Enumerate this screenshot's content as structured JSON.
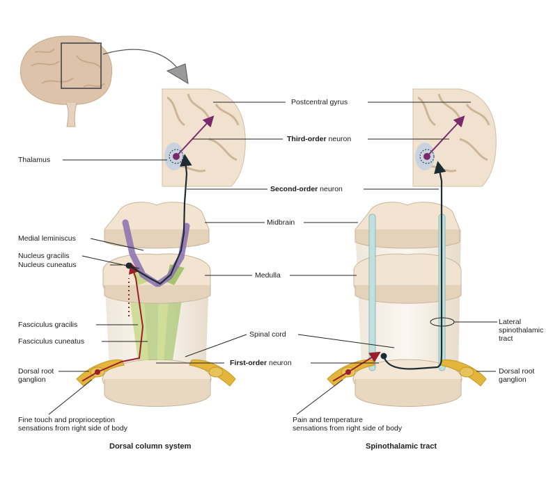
{
  "labels": {
    "postcentral_gyrus": "Postcentral gyrus",
    "third_order_bold": "Third-order",
    "third_order_rest": " neuron",
    "thalamus": "Thalamus",
    "second_order_bold": "Second-order",
    "second_order_rest": " neuron",
    "midbrain": "Midbrain",
    "medial_lemniscus": "Medial leminiscus",
    "nucleus_gracilis": "Nucleus gracilis",
    "nucleus_cuneatus": "Nucleus cuneatus",
    "medulla": "Medulla",
    "lateral_spinothalamic_line1": "Lateral",
    "lateral_spinothalamic_line2": "spinothalamic",
    "lateral_spinothalamic_line3": "tract",
    "fasciculus_gracilis": "Fasciculus gracilis",
    "fasciculus_cuneatus": "Fasciculus cuneatus",
    "spinal_cord": "Spinal cord",
    "first_order_bold": "First-order",
    "first_order_rest": " neuron",
    "drg_left_line1": "Dorsal root",
    "drg_left_line2": "ganglion",
    "drg_right_line1": "Dorsal root",
    "drg_right_line2": "ganglion",
    "fine_touch_line1": "Fine touch and proprioception",
    "fine_touch_line2": "sensations from right side of body",
    "pain_temp_line1": "Pain and temperature",
    "pain_temp_line2": "sensations from right side of body"
  },
  "captions": {
    "left": "Dorsal column system",
    "right": "Spinothalamic tract"
  },
  "colors": {
    "tissue": "#f3e6d4",
    "tissue_edge": "#c8b39a",
    "brain": "#dcc3aa",
    "neuron_dark": "#1d2b33",
    "third_order": "#7a2a6b",
    "first_order": "#9b1f2a",
    "ganglion": "#e3b53b",
    "gracilis": "#c9d98a",
    "cuneatus": "#a6c46e",
    "lemniscus": "#8a6fb0",
    "spinothalamic": "#bfe0de",
    "thalamus": "#c9d3df"
  }
}
